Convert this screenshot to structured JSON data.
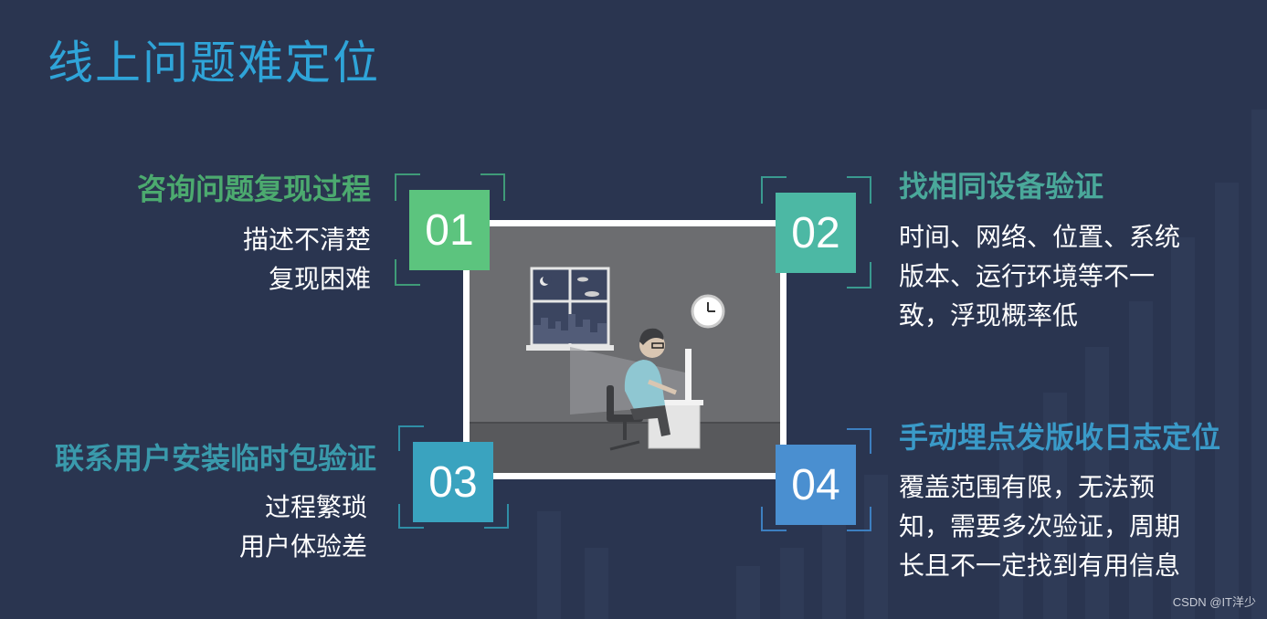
{
  "title": "线上问题难定位",
  "items": [
    {
      "number": "01",
      "heading": "咨询问题复现过程",
      "lines": [
        "描述不清楚",
        "复现困难"
      ],
      "color": "#5cc47e",
      "heading_color": "#4caa6f"
    },
    {
      "number": "02",
      "heading": "找相同设备验证",
      "lines": [
        "时间、网络、位置、系统",
        "版本、运行环境等不一",
        "致，浮现概率低"
      ],
      "color": "#4cb8a4",
      "heading_color": "#4aa89a"
    },
    {
      "number": "03",
      "heading": "联系用户安装临时包验证",
      "lines": [
        "过程繁琐",
        "用户体验差"
      ],
      "color": "#3aa3bf",
      "heading_color": "#3a9aac"
    },
    {
      "number": "04",
      "heading": "手动埋点发版收日志定位",
      "lines": [
        "覆盖范围有限，无法预",
        "知，需要多次验证，周期",
        "长且不一定找到有用信息"
      ],
      "color": "#4a8fd0",
      "heading_color": "#3a9ac8"
    }
  ],
  "illustration": {
    "icon": "developer-at-night-illustration"
  },
  "watermark": "CSDN @IT洋少"
}
